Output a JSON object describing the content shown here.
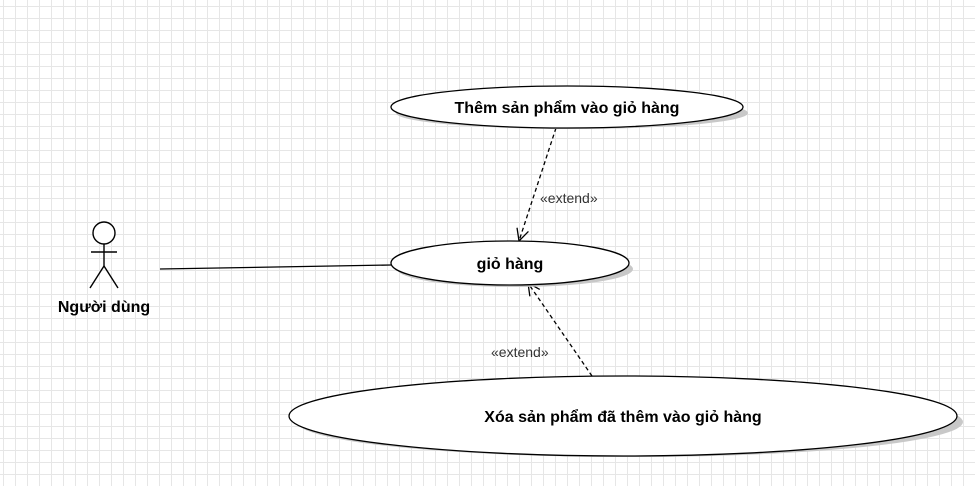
{
  "actor": {
    "name": "Người dùng"
  },
  "use_cases": {
    "add_to_cart": "Thêm sản phẩm vào giỏ hàng",
    "cart": "giỏ hàng",
    "remove_added": "Xóa sản phẩm đã thêm vào giỏ hàng"
  },
  "relations": {
    "extend_top": "«extend»",
    "extend_bottom": "«extend»"
  },
  "colors": {
    "stroke": "#000000",
    "shadow": "#c8c8c8",
    "grid": "#e6e6e6",
    "fill": "#ffffff"
  }
}
